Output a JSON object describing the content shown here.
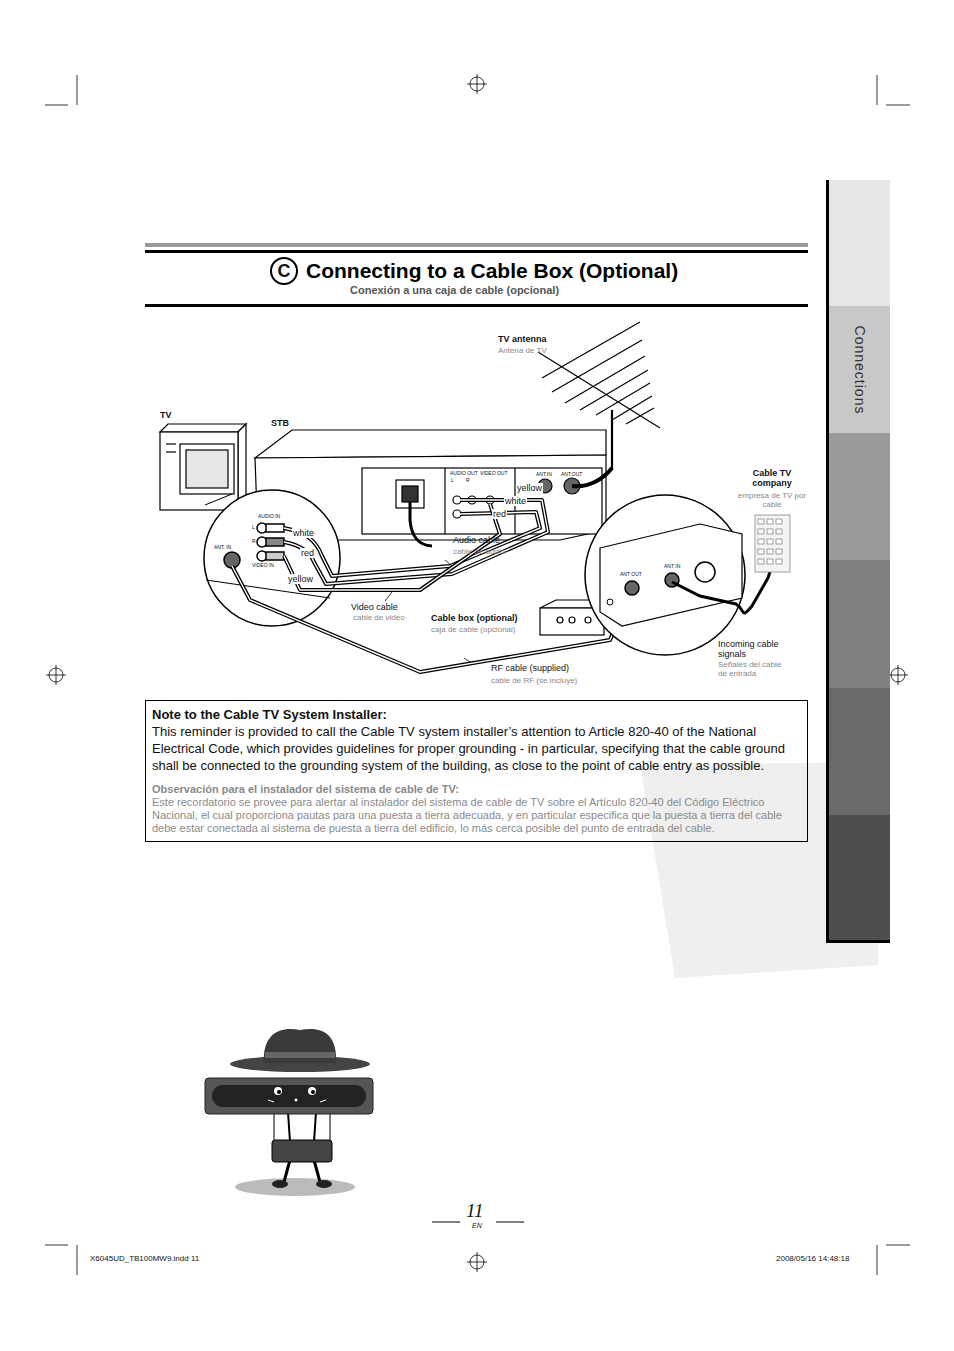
{
  "diagram": {
    "title": "Connecting to a Cable Box (Optional)",
    "nodes": [
      {
        "text": [
          "C"
        ]
      },
      {
        "text": [
          "Connections"
        ]
      },
      {
        "text": [
          "Note to the Cable TV System Installer:",
          "This reminder is provided to call the Cable TV system installer’s attention to Article 820-40 of the National Electrical Code, which provides guidelines for proper grounding - in particular, specifying that the cable ground shall be connected to the grounding system of the building, as close to the point of cable entry as possible.",
          "Observación para el instalador del sistema de cable de TV:",
          "Este recordatorio se provee para alertar al instalador del sistema de cable de TV sobre el Artículo 820-40 del Código Eléctrico Nacional, el cual proporciona pautas para una puesta a tierra adecuada, y en particular especifica que la puesta a tierra del cable debe estar conectada al sistema de puesta a tierra del edificio, lo más cerca posible del punto de entrada del cable."
        ]
      }
    ],
    "labels": [
      "Conexión a una caja de cable (opcional)",
      "TV antenna",
      "Antena de TV",
      "TV",
      "STB",
      "AUDIO OUT",
      "L",
      "R",
      "VIDEO OUT",
      "ANT.IN",
      "ANT.OUT",
      "yellow",
      "white",
      "red",
      "Cable TV company",
      "empresa de TV por cable",
      "AUDIO IN",
      "L",
      "R",
      "VIDEO IN",
      "ANT. IN",
      "white",
      "red",
      "yellow",
      "Audio cable",
      "cable de audio",
      "Video cable",
      "cable de video",
      "Cable box (optional)",
      "caja de cable (opcional)",
      "ANT OUT",
      "ANT IN",
      "Incoming cable signals",
      "Señales del cable de entrada",
      "RF cable (supplied)",
      "cable de RF (se incluye)",
      "11",
      "EN",
      "X6045UD_TB100MW9.indd 11",
      "2008/05/16 14:48:18"
    ]
  }
}
